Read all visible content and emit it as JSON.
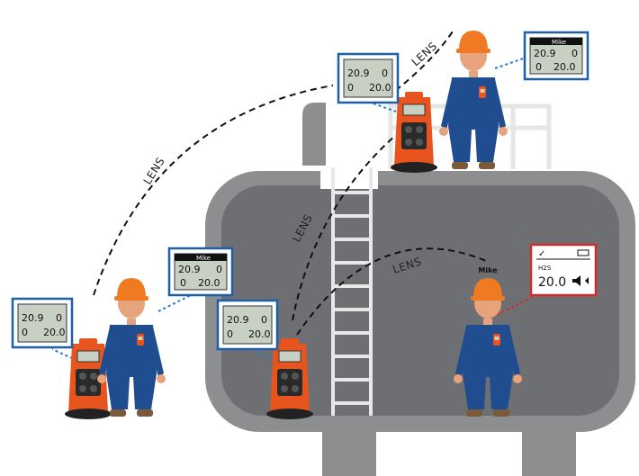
{
  "lens_labels": [
    "LENS",
    "LENS",
    "LENS",
    "LENS"
  ],
  "worker_name": "Mike",
  "buddy_screen": {
    "name": "Mike",
    "o2": "20.9",
    "lel": "0",
    "co": "0",
    "h2s": "20.0"
  },
  "gas_screen": {
    "o2": "20.9",
    "lel": "0",
    "co": "0",
    "h2s": "20.0"
  },
  "alarm_screen": {
    "gas": "H2S",
    "value": "20.0"
  },
  "colors": {
    "tank": "#8d8e90",
    "tank_inner": "#6e6f72",
    "coverall": "#1f4d8f",
    "hardhat": "#f07a22",
    "monitor": "#e8541e",
    "screen_frame_blue": "#1d5fa8",
    "screen_frame_red": "#d62a2a",
    "lcd": "#c8d0c4"
  }
}
